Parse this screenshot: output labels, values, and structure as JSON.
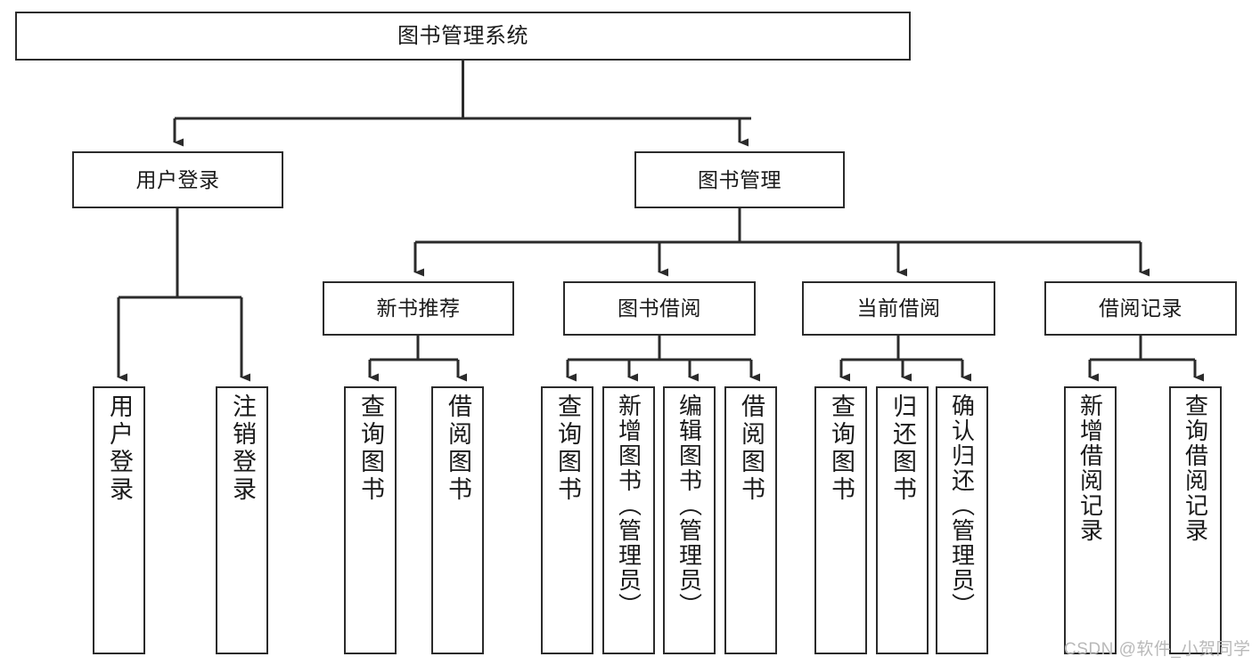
{
  "diagram": {
    "type": "tree-hierarchy-flowchart",
    "title": "图书管理系统",
    "orientation": "top-down",
    "line_color": "#2b2b2b",
    "box_fill": "#ffffff",
    "text_color": "#1a1a1a",
    "nodes": {
      "root": {
        "label": "图书管理系统"
      },
      "level1": [
        {
          "id": "user-login",
          "label": "用户登录"
        },
        {
          "id": "book-manage",
          "label": "图书管理"
        }
      ],
      "level2": [
        {
          "id": "new-book-recommend",
          "label": "新书推荐"
        },
        {
          "id": "book-borrow",
          "label": "图书借阅"
        },
        {
          "id": "current-borrow",
          "label": "当前借阅"
        },
        {
          "id": "borrow-record",
          "label": "借阅记录"
        }
      ],
      "leaves": {
        "user-login": [
          {
            "id": "leaf-user-login",
            "label": "用户登录"
          },
          {
            "id": "leaf-user-logout",
            "label": "注销登录"
          }
        ],
        "new-book-recommend": [
          {
            "id": "leaf-query-book-1",
            "label": "查询图书"
          },
          {
            "id": "leaf-borrow-book-1",
            "label": "借阅图书"
          }
        ],
        "book-borrow": [
          {
            "id": "leaf-query-book-2",
            "label": "查询图书"
          },
          {
            "id": "leaf-add-book",
            "label": "新增图书（管理员）"
          },
          {
            "id": "leaf-edit-book",
            "label": "编辑图书（管理员）"
          },
          {
            "id": "leaf-borrow-book-2",
            "label": "借阅图书"
          }
        ],
        "current-borrow": [
          {
            "id": "leaf-query-book-3",
            "label": "查询图书"
          },
          {
            "id": "leaf-return-book",
            "label": "归还图书"
          },
          {
            "id": "leaf-confirm-return",
            "label": "确认归还（管理员）"
          }
        ],
        "borrow-record": [
          {
            "id": "leaf-add-record",
            "label": "新增借阅记录"
          },
          {
            "id": "leaf-query-record",
            "label": "查询借阅记录"
          }
        ]
      }
    },
    "watermark": "CSDN @软件_小贺同学"
  }
}
